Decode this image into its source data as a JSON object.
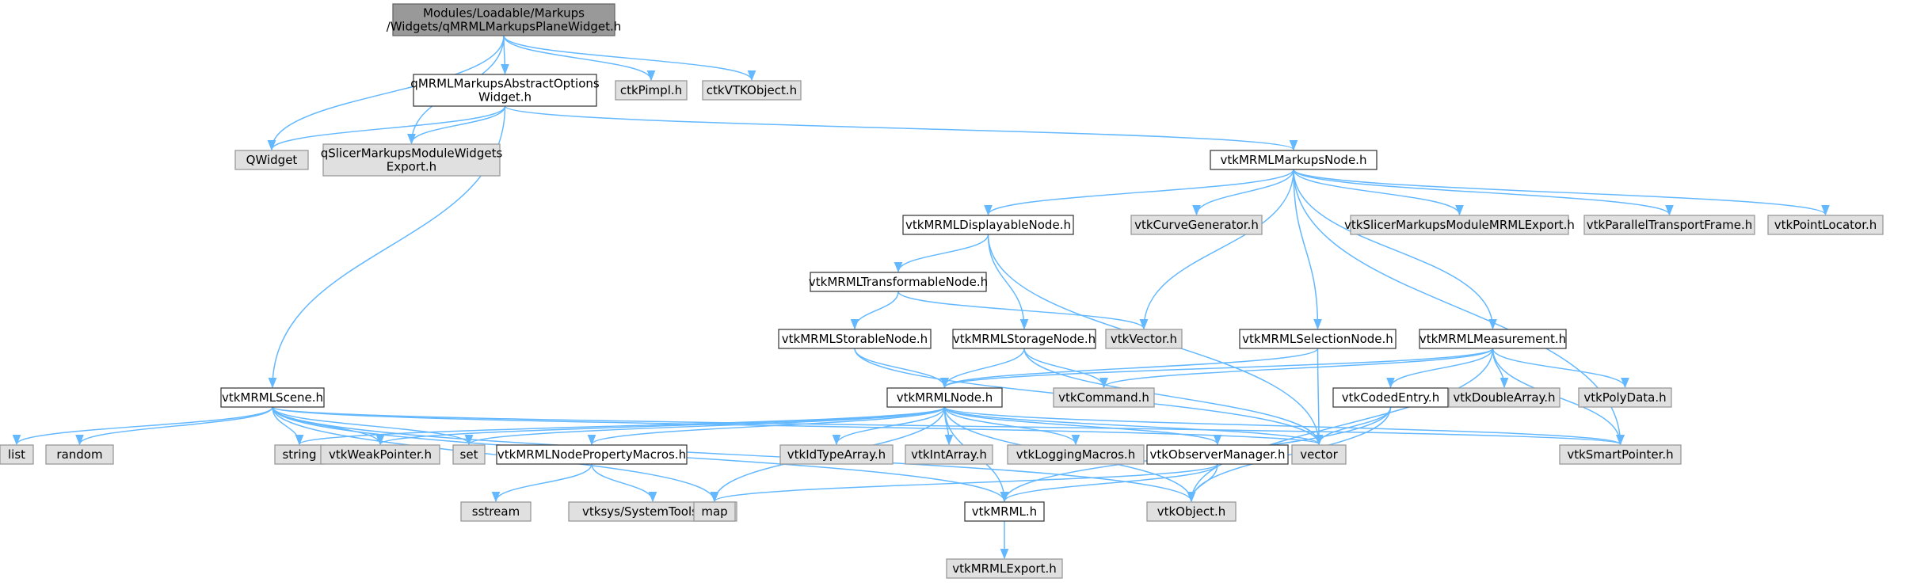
{
  "diagram": {
    "nodes": [
      {
        "id": "root",
        "label": "Modules/Loadable/Markups\n/Widgets/qMRMLMarkupsPlaneWidget.h"
      },
      {
        "id": "abstractOptions",
        "label": "qMRMLMarkupsAbstractOptions\nWidget.h"
      },
      {
        "id": "ctkPimpl",
        "label": "ctkPimpl.h"
      },
      {
        "id": "ctkVTKObject",
        "label": "ctkVTKObject.h"
      },
      {
        "id": "QWidget",
        "label": "QWidget"
      },
      {
        "id": "qSlicerExport",
        "label": "qSlicerMarkupsModuleWidgets\nExport.h"
      },
      {
        "id": "markupsNode",
        "label": "vtkMRMLMarkupsNode.h"
      },
      {
        "id": "displayable",
        "label": "vtkMRMLDisplayableNode.h"
      },
      {
        "id": "curveGen",
        "label": "vtkCurveGenerator.h"
      },
      {
        "id": "slicerMRMLExport",
        "label": "vtkSlicerMarkupsModuleMRMLExport.h"
      },
      {
        "id": "parallel",
        "label": "vtkParallelTransportFrame.h"
      },
      {
        "id": "pointLocator",
        "label": "vtkPointLocator.h"
      },
      {
        "id": "transformable",
        "label": "vtkMRMLTransformableNode.h"
      },
      {
        "id": "storable",
        "label": "vtkMRMLStorableNode.h"
      },
      {
        "id": "storage",
        "label": "vtkMRMLStorageNode.h"
      },
      {
        "id": "vtkVector",
        "label": "vtkVector.h"
      },
      {
        "id": "selection",
        "label": "vtkMRMLSelectionNode.h"
      },
      {
        "id": "measurement",
        "label": "vtkMRMLMeasurement.h"
      },
      {
        "id": "scene",
        "label": "vtkMRMLScene.h"
      },
      {
        "id": "mrmlNode",
        "label": "vtkMRMLNode.h"
      },
      {
        "id": "vtkCommand",
        "label": "vtkCommand.h"
      },
      {
        "id": "codedEntry",
        "label": "vtkCodedEntry.h"
      },
      {
        "id": "doubleArray",
        "label": "vtkDoubleArray.h"
      },
      {
        "id": "polyData",
        "label": "vtkPolyData.h"
      },
      {
        "id": "list",
        "label": "list"
      },
      {
        "id": "random",
        "label": "random"
      },
      {
        "id": "string",
        "label": "string"
      },
      {
        "id": "weakPointer",
        "label": "vtkWeakPointer.h"
      },
      {
        "id": "set",
        "label": "set"
      },
      {
        "id": "propertyMacros",
        "label": "vtkMRMLNodePropertyMacros.h"
      },
      {
        "id": "idTypeArray",
        "label": "vtkIdTypeArray.h"
      },
      {
        "id": "intArray",
        "label": "vtkIntArray.h"
      },
      {
        "id": "loggingMacros",
        "label": "vtkLoggingMacros.h"
      },
      {
        "id": "observerManager",
        "label": "vtkObserverManager.h"
      },
      {
        "id": "vector",
        "label": "vector"
      },
      {
        "id": "smartPointer",
        "label": "vtkSmartPointer.h"
      },
      {
        "id": "sstream",
        "label": "sstream"
      },
      {
        "id": "systemTools",
        "label": "vtksys/SystemTools.hxx"
      },
      {
        "id": "map",
        "label": "map"
      },
      {
        "id": "vtkMRML",
        "label": "vtkMRML.h"
      },
      {
        "id": "vtkObject",
        "label": "vtkObject.h"
      },
      {
        "id": "mrmlExport",
        "label": "vtkMRMLExport.h"
      }
    ]
  },
  "colors": {
    "edge": "#63b8ff",
    "root_fill": "#999999",
    "external_fill": "#e0e0e0",
    "documented_fill": "#ffffff",
    "documented_stroke": "#3f3f3f"
  }
}
